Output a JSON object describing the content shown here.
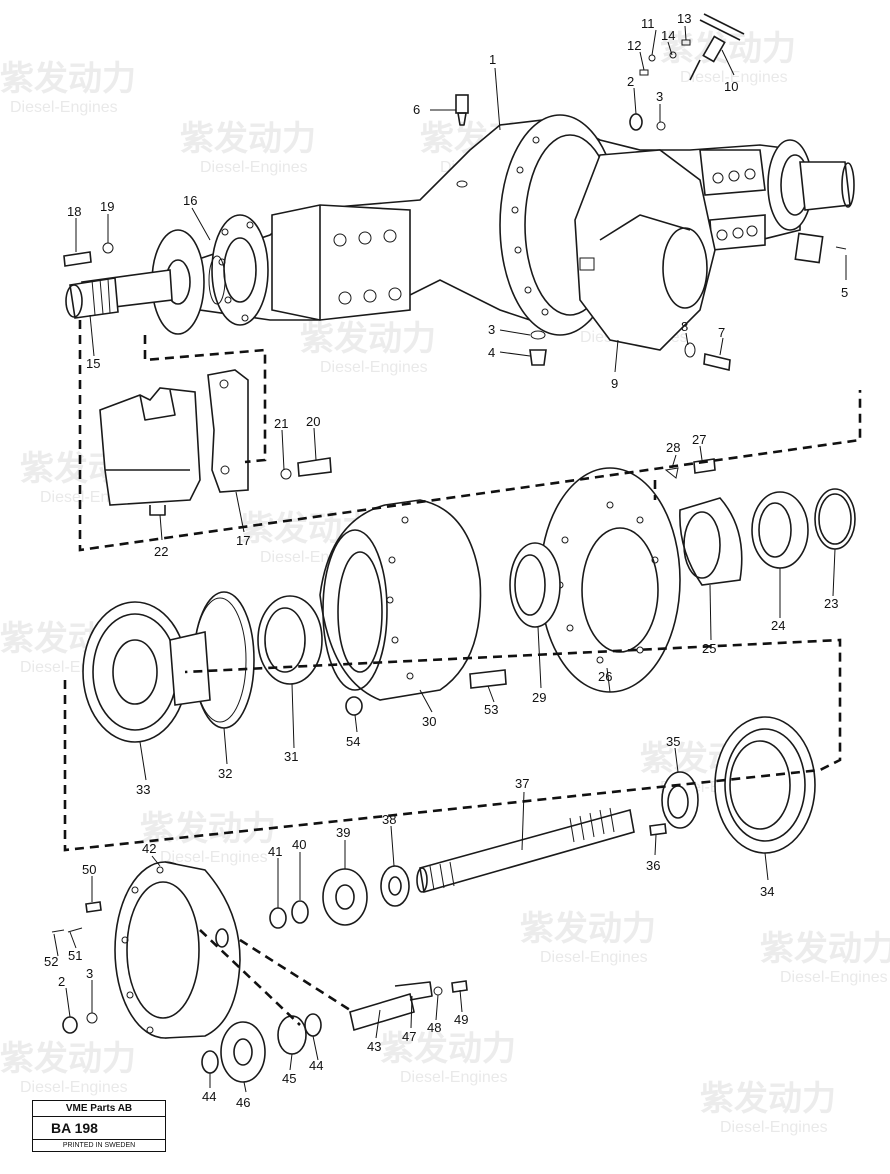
{
  "title_block": {
    "company": "VME Parts AB",
    "code": "BA 198",
    "printed": "PRINTED IN SWEDEN"
  },
  "watermark": {
    "brand": "紫发动力",
    "sub": "Diesel-Engines"
  },
  "callouts": [
    "1",
    "2",
    "3",
    "4",
    "5",
    "6",
    "7",
    "8",
    "9",
    "10",
    "11",
    "12",
    "13",
    "14",
    "15",
    "16",
    "17",
    "18",
    "19",
    "20",
    "21",
    "22",
    "23",
    "24",
    "25",
    "26",
    "27",
    "28",
    "29",
    "30",
    "31",
    "32",
    "33",
    "34",
    "35",
    "36",
    "37",
    "38",
    "39",
    "40",
    "41",
    "42",
    "43",
    "44",
    "45",
    "46",
    "47",
    "48",
    "49",
    "50",
    "51",
    "52",
    "53",
    "54"
  ],
  "colors": {
    "ink": "#1a1a1a",
    "watermark": "#c9c9c9"
  }
}
